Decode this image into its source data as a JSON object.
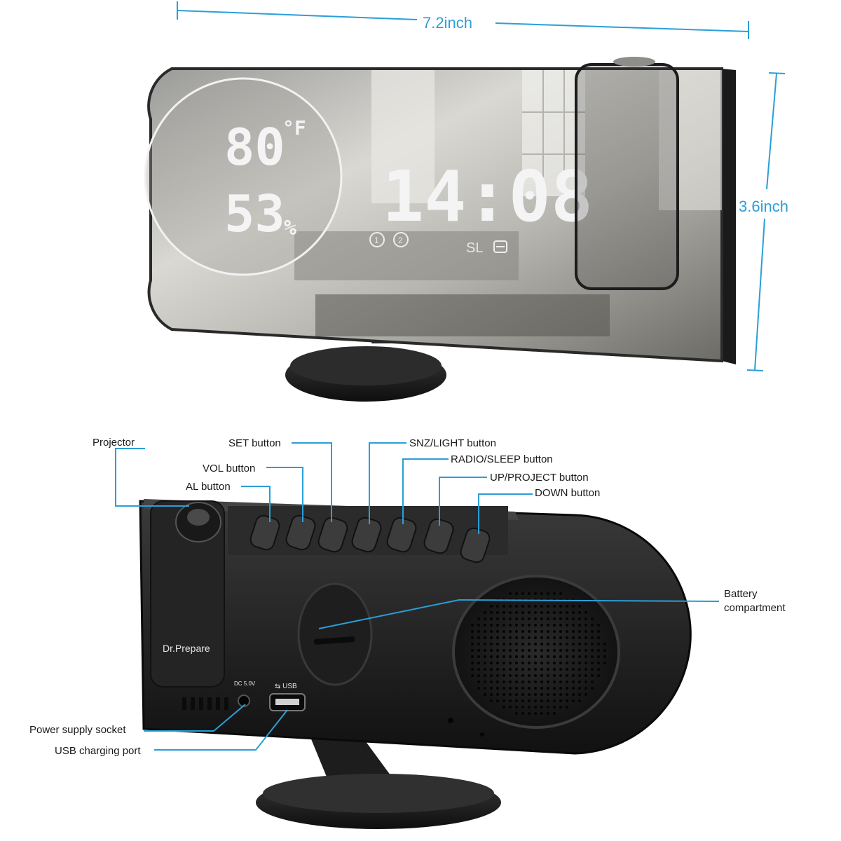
{
  "dimensions": {
    "width_label": "7.2inch",
    "height_label": "3.6inch",
    "line_color": "#2a9fd8"
  },
  "display": {
    "temperature": "80",
    "temperature_unit": "°F",
    "humidity": "53",
    "humidity_unit": "%",
    "time": "14:08",
    "sleep_indicator": "SL",
    "icons": [
      "alarm-1-icon",
      "alarm-2-icon",
      "snooze-icon"
    ]
  },
  "device": {
    "brand": "Dr.Prepare",
    "power_marking": "DC 5.0V",
    "usb_marking": "⇆ USB"
  },
  "callouts": {
    "projector": "Projector",
    "set_button": "SET button",
    "vol_button": "VOL button",
    "al_button": "AL button",
    "snz_light_button": "SNZ/LIGHT button",
    "radio_sleep_button": "RADIO/SLEEP button",
    "up_project_button": "UP/PROJECT button",
    "down_button": "DOWN button",
    "battery_line1": "Battery",
    "battery_line2": "compartment",
    "power_socket": "Power supply socket",
    "usb_port": "USB charging port"
  }
}
